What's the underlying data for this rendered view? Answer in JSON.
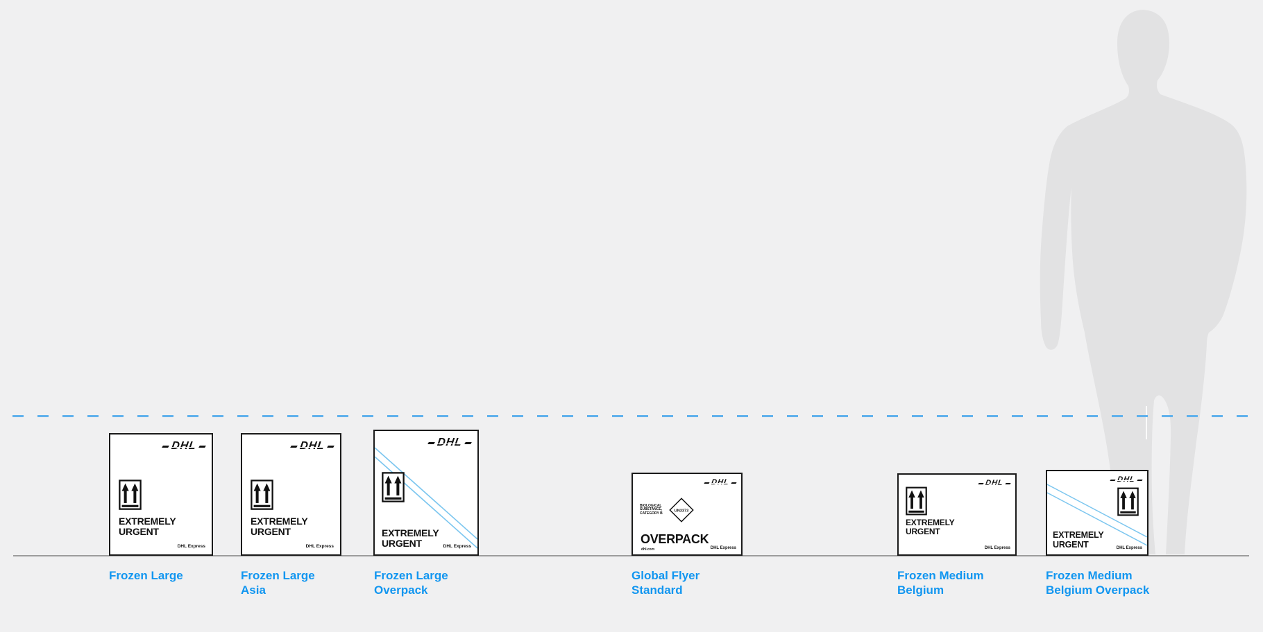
{
  "scene": {
    "background_color": "#f0f0f1",
    "caption_color": "#1296f0",
    "height_guide": {
      "style": "dashed",
      "color": "#60b1ec"
    },
    "ground_line_color": "#9c9c9c",
    "silhouette": {
      "description": "standing person for scale",
      "color": "#e2e2e3"
    }
  },
  "packages": [
    {
      "name": "frozen-large",
      "label": "Frozen Large",
      "brand": "DHL",
      "marking": "EXTREMELY URGENT",
      "footer": "DHL Express",
      "icon": "this-way-up-arrows-icon"
    },
    {
      "name": "frozen-large-asia",
      "label": "Frozen Large Asia",
      "brand": "DHL",
      "marking": "EXTREMELY URGENT",
      "footer": "DHL Express",
      "icon": "this-way-up-arrows-icon"
    },
    {
      "name": "frozen-large-overpack",
      "label": "Frozen Large Overpack",
      "brand": "DHL",
      "marking": "EXTREMELY URGENT",
      "footer": "DHL Express",
      "icon": "this-way-up-arrows-icon",
      "stripe_color": "#7cc6ef"
    },
    {
      "name": "global-flyer-standard",
      "label": "Global Flyer Standard",
      "brand": "DHL",
      "marking": "OVERPACK",
      "footer": "DHL Express",
      "icon": "un3373-diamond-icon",
      "hazard_text": "BIOLOGICAL SUBSTANCE, CATEGORY B",
      "un_code": "UN3373",
      "website": "dhl.com"
    },
    {
      "name": "frozen-medium-belgium",
      "label": "Frozen Medium Belgium",
      "brand": "DHL",
      "marking": "EXTREMELY URGENT",
      "footer": "DHL Express",
      "icon": "this-way-up-arrows-icon"
    },
    {
      "name": "frozen-medium-belgium-overpack",
      "label": "Frozen Medium Belgium Overpack",
      "brand": "DHL",
      "marking": "EXTREMELY URGENT",
      "footer": "DHL Express",
      "icon": "this-way-up-arrows-icon",
      "stripe_color": "#7cc6ef"
    }
  ]
}
